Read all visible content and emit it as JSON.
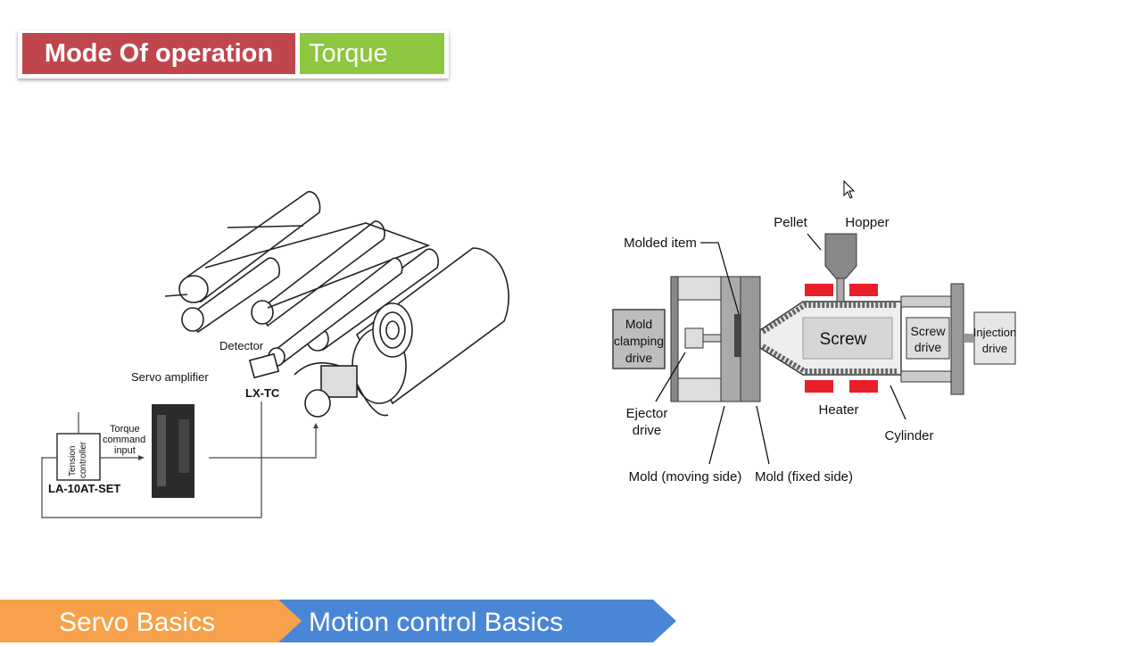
{
  "header": {
    "label": "Mode Of operation",
    "mode": "Torque"
  },
  "left_diagram": {
    "detector_label": "Detector",
    "detector_model": "LX-TC",
    "servo_amplifier_label": "Servo amplifier",
    "torque_label_line1": "Torque",
    "torque_label_line2": "command",
    "torque_label_line3": "input",
    "tension_label_line1": "Tension",
    "tension_label_line2": "controller",
    "controller_model": "LA-10AT-SET"
  },
  "right_diagram": {
    "pellet": "Pellet",
    "hopper": "Hopper",
    "molded_item": "Molded item",
    "mold_clamping_line1": "Mold",
    "mold_clamping_line2": "clamping",
    "mold_clamping_line3": "drive",
    "screw": "Screw",
    "screw_drive_line1": "Screw",
    "screw_drive_line2": "drive",
    "injection_line1": "Injection",
    "injection_line2": "drive",
    "ejector_line1": "Ejector",
    "ejector_line2": "drive",
    "heater": "Heater",
    "cylinder": "Cylinder",
    "mold_moving": "Mold (moving side)",
    "mold_fixed": "Mold (fixed side)"
  },
  "footer": {
    "item1": "Servo Basics",
    "item2": "Motion control Basics",
    "colors": {
      "item1": "#f7a24a",
      "item2": "#4a86d6"
    }
  }
}
